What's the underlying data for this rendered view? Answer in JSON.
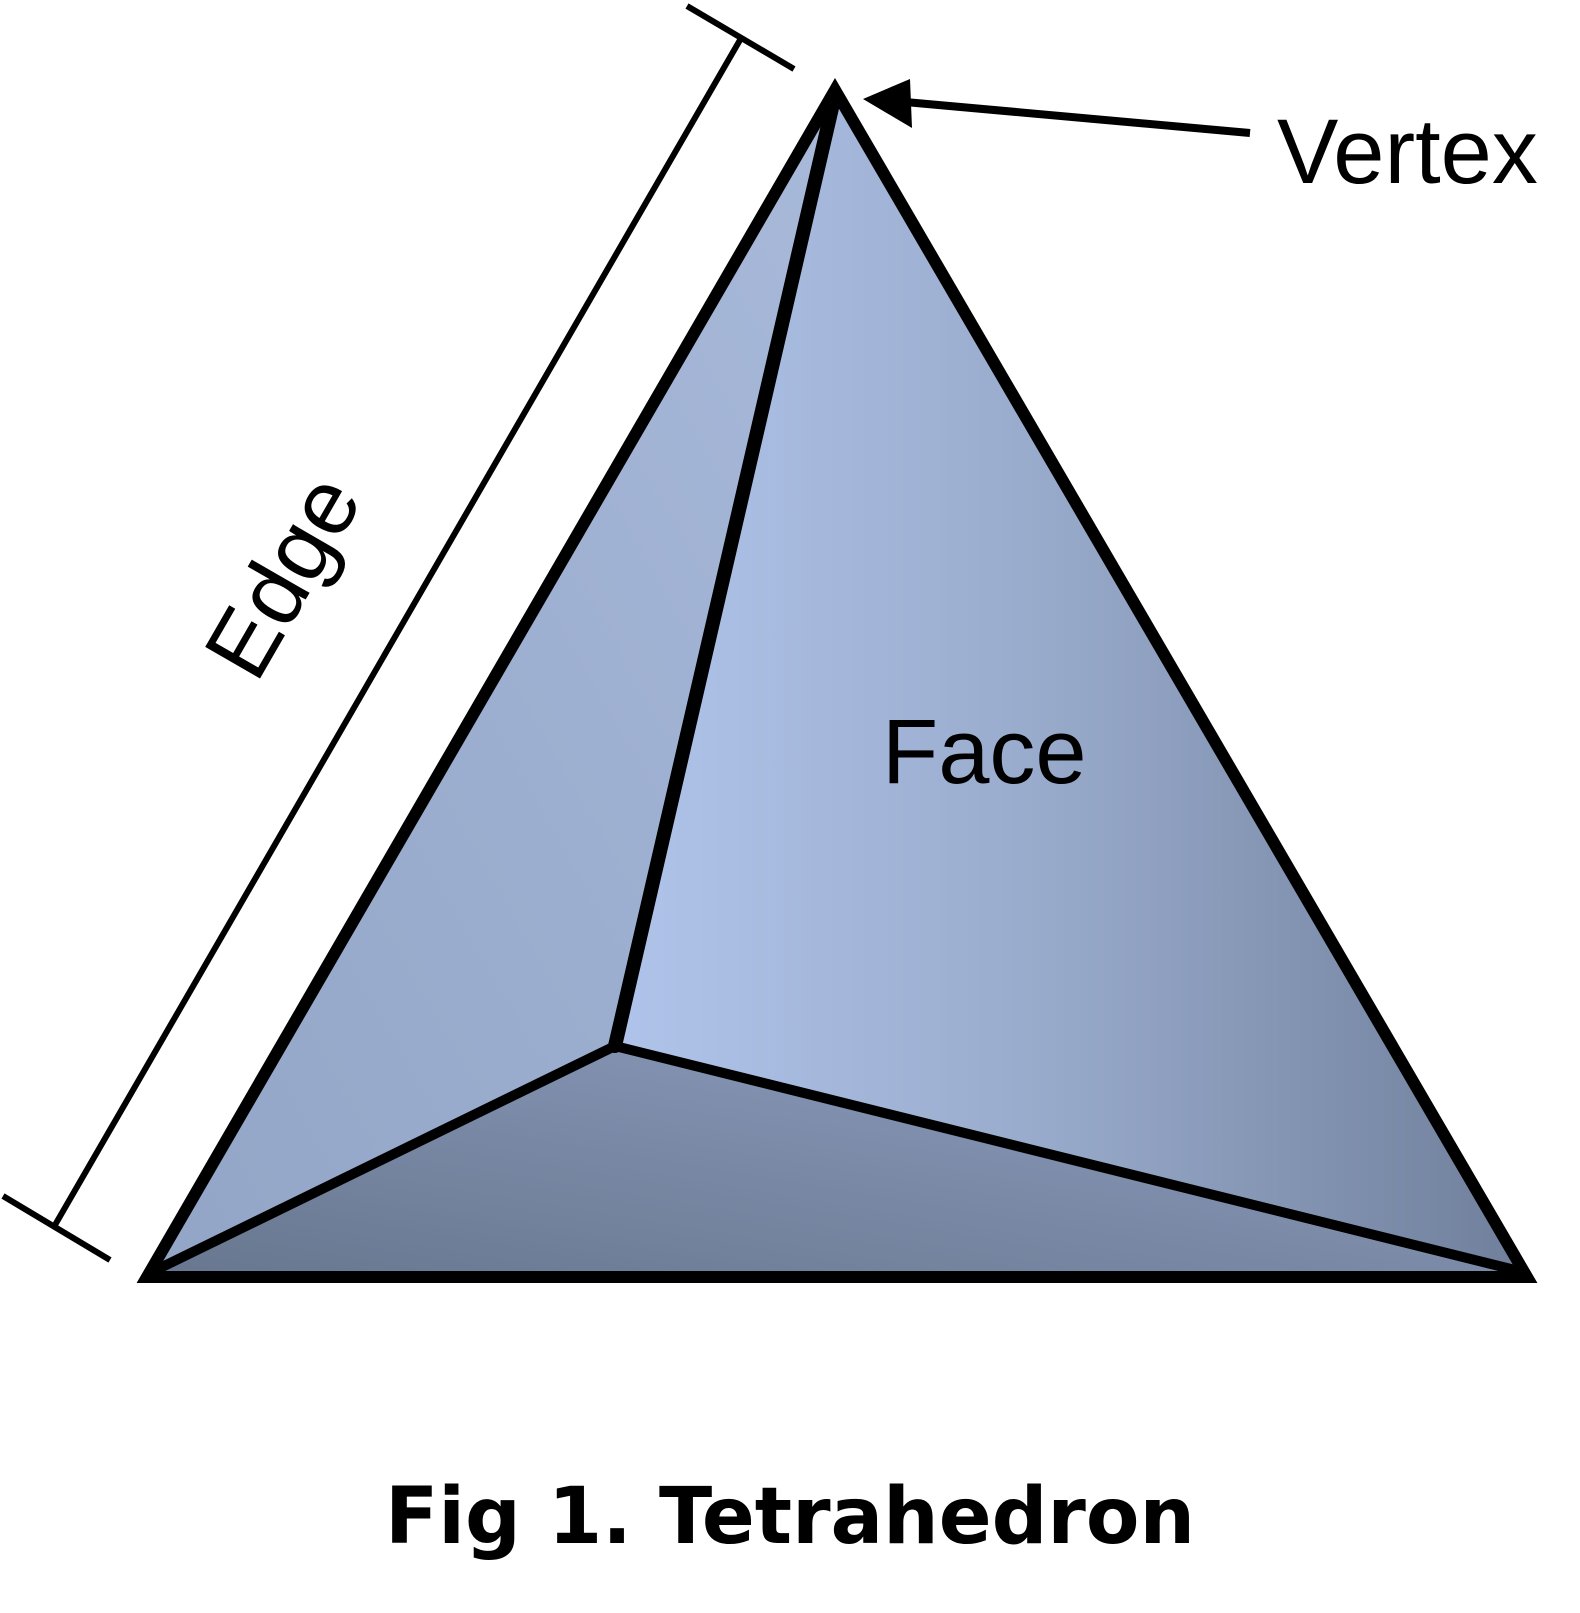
{
  "labels": {
    "vertex": "Vertex",
    "edge": "Edge",
    "face": "Face"
  },
  "caption": "Fig 1. Tetrahedron",
  "colors": {
    "outline": "#000000",
    "face_front_light": "#b0c4eb",
    "face_front_mid": "#9aaccd",
    "face_front_dark": "#6f7f9b",
    "face_left_light": "#a8b9da",
    "face_left_dark": "#92a5c6",
    "face_bottom_light": "#8e9ec0",
    "face_bottom_dark": "#68778f",
    "background": "#ffffff"
  }
}
